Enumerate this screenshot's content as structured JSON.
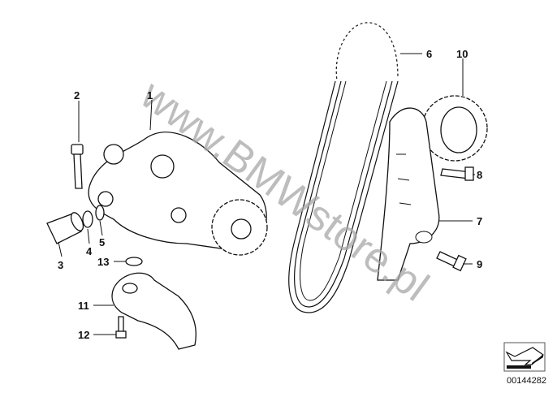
{
  "diagram": {
    "watermark": "www.BMWstore.pl",
    "document_number": "00144282",
    "labels": [
      {
        "id": "1",
        "part": "oil-pump"
      },
      {
        "id": "2",
        "part": "bolt"
      },
      {
        "id": "3",
        "part": "sleeve"
      },
      {
        "id": "4",
        "part": "washer"
      },
      {
        "id": "5",
        "part": "o-ring"
      },
      {
        "id": "6",
        "part": "chain"
      },
      {
        "id": "7",
        "part": "tensioner-rail"
      },
      {
        "id": "8",
        "part": "bolt"
      },
      {
        "id": "9",
        "part": "bolt"
      },
      {
        "id": "10",
        "part": "sprocket"
      },
      {
        "id": "11",
        "part": "oil-pickup-bracket"
      },
      {
        "id": "12",
        "part": "bolt"
      },
      {
        "id": "13",
        "part": "o-ring"
      }
    ]
  }
}
